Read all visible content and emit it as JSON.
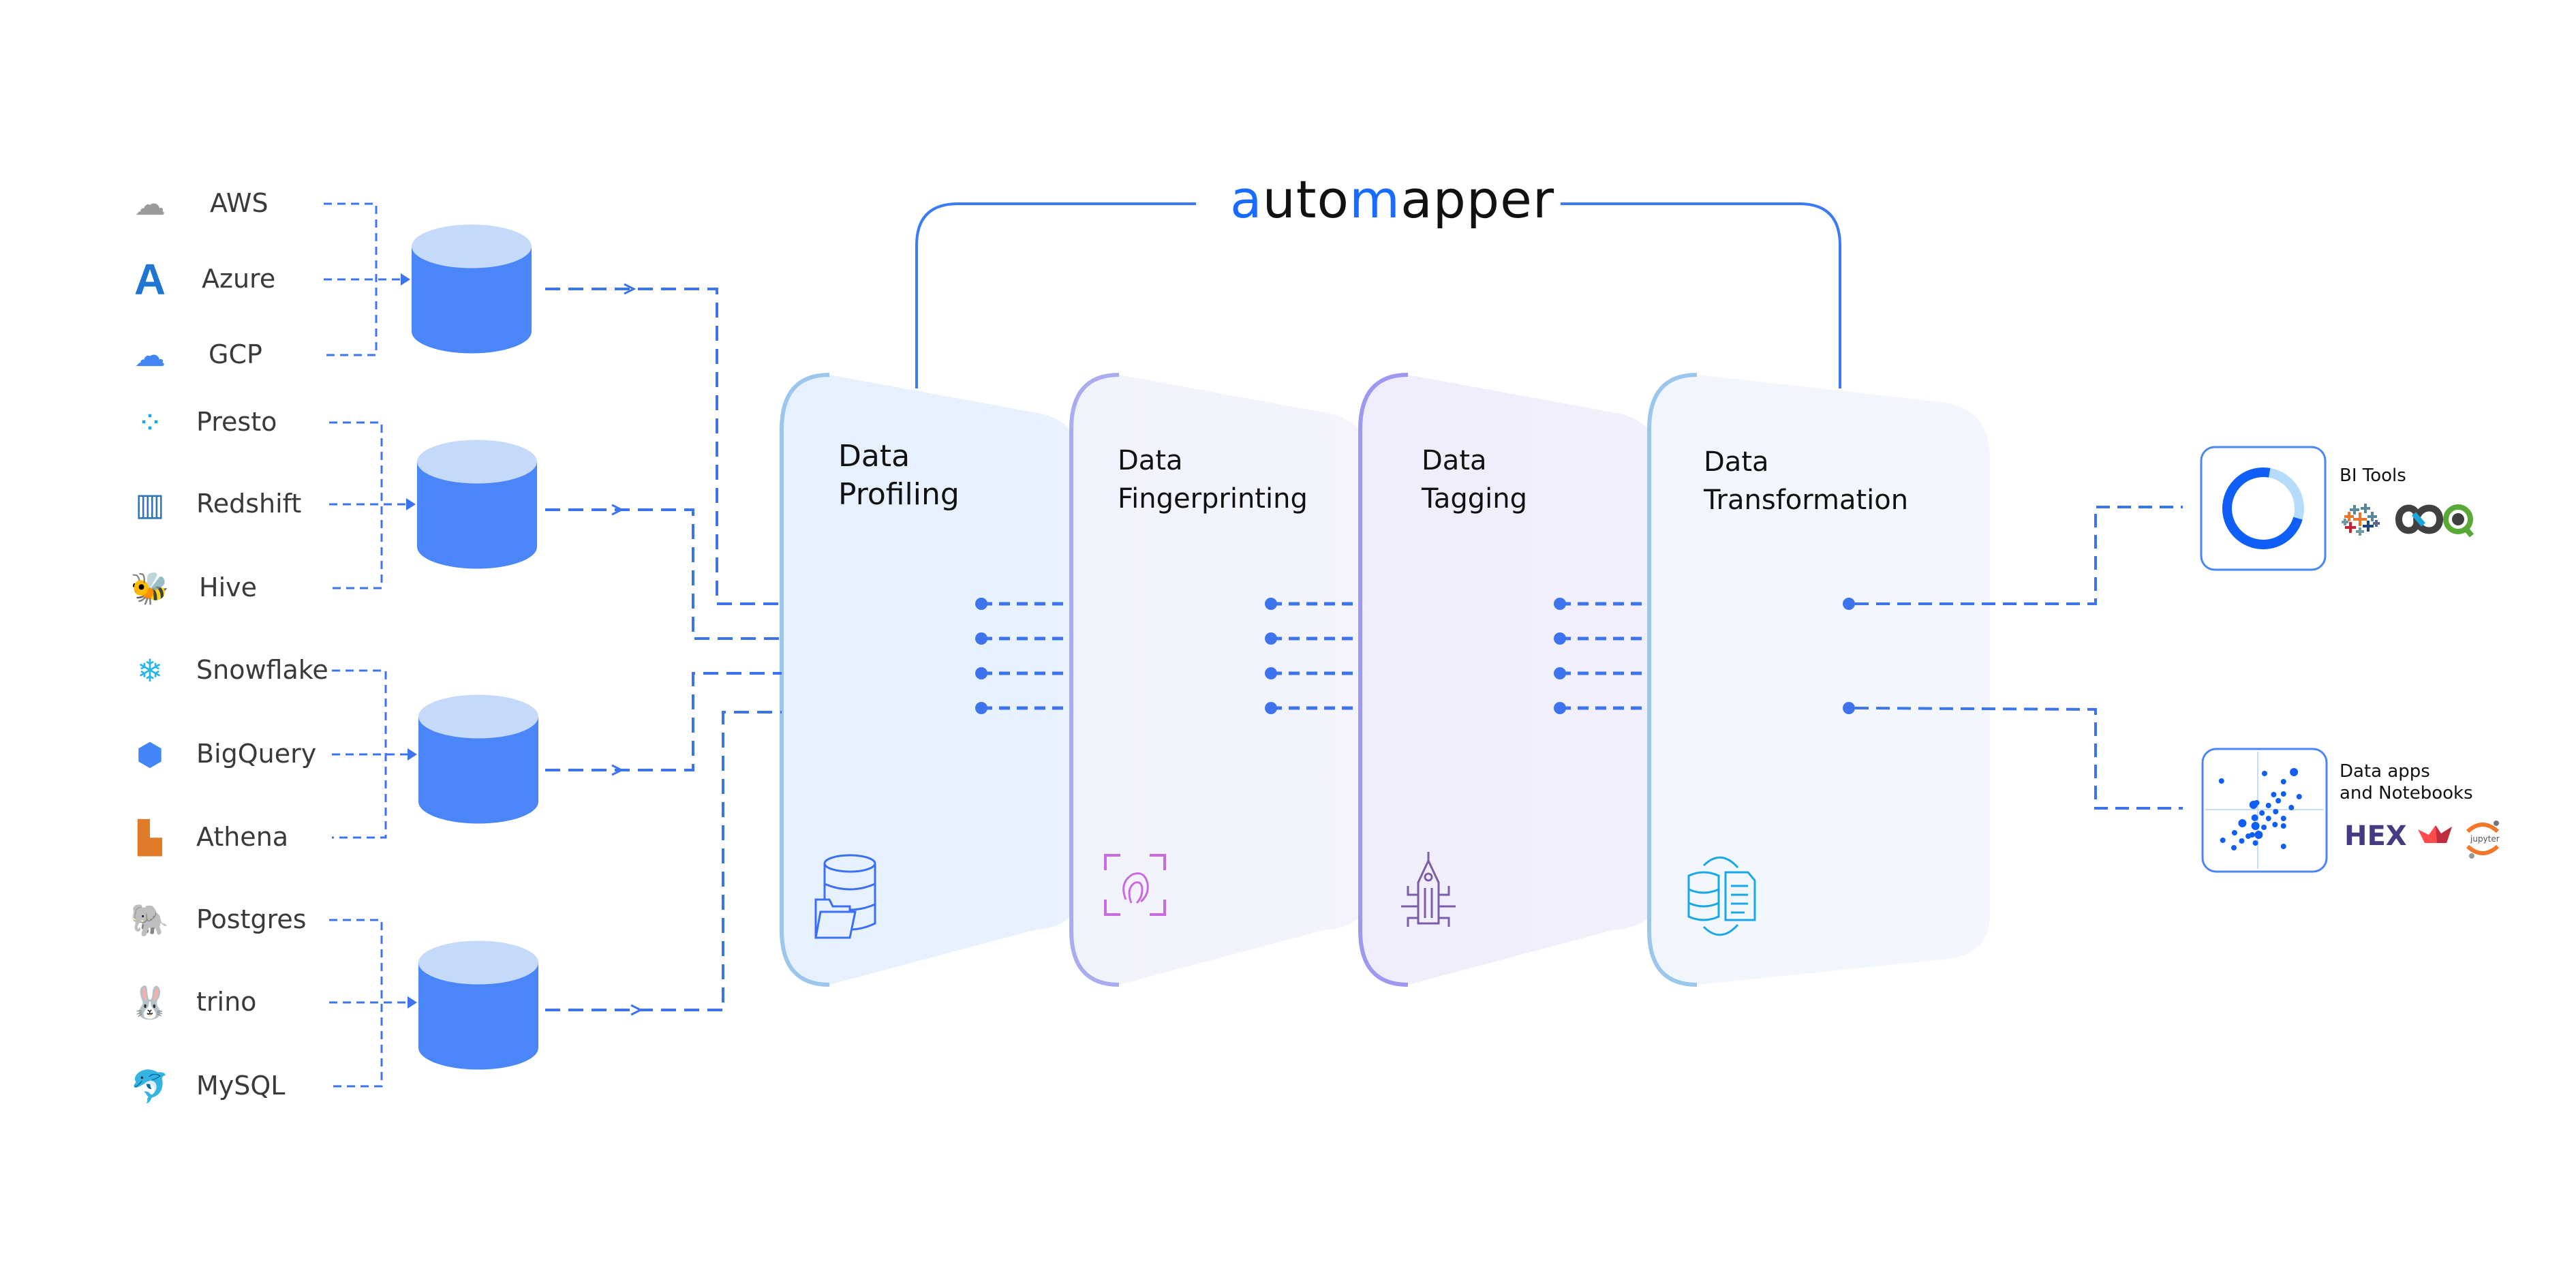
{
  "brand": {
    "prefix_accent": "a",
    "part2": "uto",
    "accent2": "m",
    "part3": "apper"
  },
  "sources": [
    {
      "label": "AWS",
      "icon": "aws-cloud-icon",
      "group": 0
    },
    {
      "label": "Azure",
      "icon": "azure-icon",
      "group": 0
    },
    {
      "label": "GCP",
      "icon": "gcp-cloud-icon",
      "group": 0
    },
    {
      "label": "Presto",
      "icon": "presto-icon",
      "group": 1
    },
    {
      "label": "Redshift",
      "icon": "redshift-icon",
      "group": 1
    },
    {
      "label": "Hive",
      "icon": "hive-icon",
      "group": 1
    },
    {
      "label": "Snowflake",
      "icon": "snowflake-icon",
      "group": 2
    },
    {
      "label": "BigQuery",
      "icon": "bigquery-icon",
      "group": 2
    },
    {
      "label": "Athena",
      "icon": "athena-icon",
      "group": 2
    },
    {
      "label": "Postgres",
      "icon": "postgres-icon",
      "group": 3
    },
    {
      "label": "trino",
      "icon": "trino-icon",
      "group": 3
    },
    {
      "label": "MySQL",
      "icon": "mysql-icon",
      "group": 3
    }
  ],
  "stages": [
    {
      "line1": "Data",
      "line2": "Profiling",
      "icon": "database-folder-icon",
      "color": "#3b6ff5"
    },
    {
      "line1": "Data",
      "line2": "Fingerprinting",
      "icon": "fingerprint-scan-icon",
      "color": "#c86be0"
    },
    {
      "line1": "Data",
      "line2": "Tagging",
      "icon": "tag-circuit-icon",
      "color": "#7b5ea7"
    },
    {
      "line1": "Data",
      "line2": "Transformation",
      "icon": "database-document-sync-icon",
      "color": "#1aa7e8"
    }
  ],
  "outputs": [
    {
      "line1": "BI Tools",
      "line2": "",
      "icon": "donut-chart-icon",
      "tools": [
        "tableau-icon",
        "looker-icon",
        "qlik-icon"
      ]
    },
    {
      "line1": "Data apps",
      "line2": "and Notebooks",
      "icon": "scatter-plot-icon",
      "tools": [
        "hex-logo",
        "streamlit-icon",
        "jupyter-icon"
      ]
    }
  ],
  "tool_labels": {
    "hex": "HEX",
    "jupyter": "jupyter"
  },
  "colors": {
    "accent": "#1a6bff",
    "connector": "#3d74ee",
    "cylinder_top": "#c5d9fb",
    "cylinder_body": "#4a86f7"
  }
}
